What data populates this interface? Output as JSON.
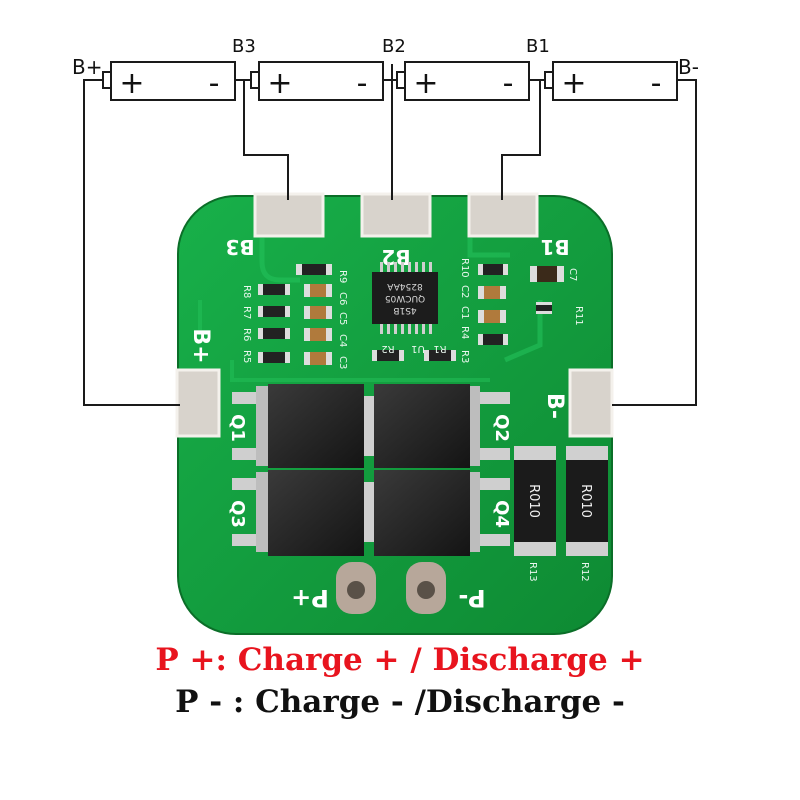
{
  "wiring": {
    "terminal_labels": [
      "B+",
      "B3",
      "B2",
      "B1",
      "B-"
    ],
    "cells": [
      {
        "plus": "+",
        "minus": "-"
      },
      {
        "plus": "+",
        "minus": "-"
      },
      {
        "plus": "+",
        "minus": "-"
      },
      {
        "plus": "+",
        "minus": "-"
      }
    ]
  },
  "board": {
    "pad_labels": {
      "b3": "B3",
      "b2": "B2",
      "b1": "B1",
      "b_plus": "B+",
      "b_minus": "B-",
      "p_plus": "P+",
      "p_minus": "P-"
    },
    "mosfet_labels": [
      "Q1",
      "Q2",
      "Q3",
      "Q4"
    ],
    "resistor_markings": [
      "R010",
      "R010"
    ],
    "resistor_refs": [
      "R13",
      "R12"
    ],
    "ic_marking": [
      "8254AA",
      "QUCW05",
      "4S1B"
    ],
    "component_refs": [
      "R9",
      "C6",
      "R10",
      "C2",
      "R8",
      "R7",
      "C5",
      "R4",
      "C1",
      "R6",
      "C4",
      "R5",
      "C3",
      "R2",
      "U1",
      "R1",
      "R3",
      "C7",
      "R11"
    ],
    "colors": {
      "pcb": "#13a33f",
      "pcb_dark": "#0c7f2e",
      "pad": "#d8d3cc",
      "silkscreen": "#ffffff"
    }
  },
  "captions": {
    "line1": "P +: Charge + / Discharge +",
    "line2": "P - : Charge - /Discharge -",
    "line1_color": "#e8141e",
    "line2_color": "#111111"
  }
}
